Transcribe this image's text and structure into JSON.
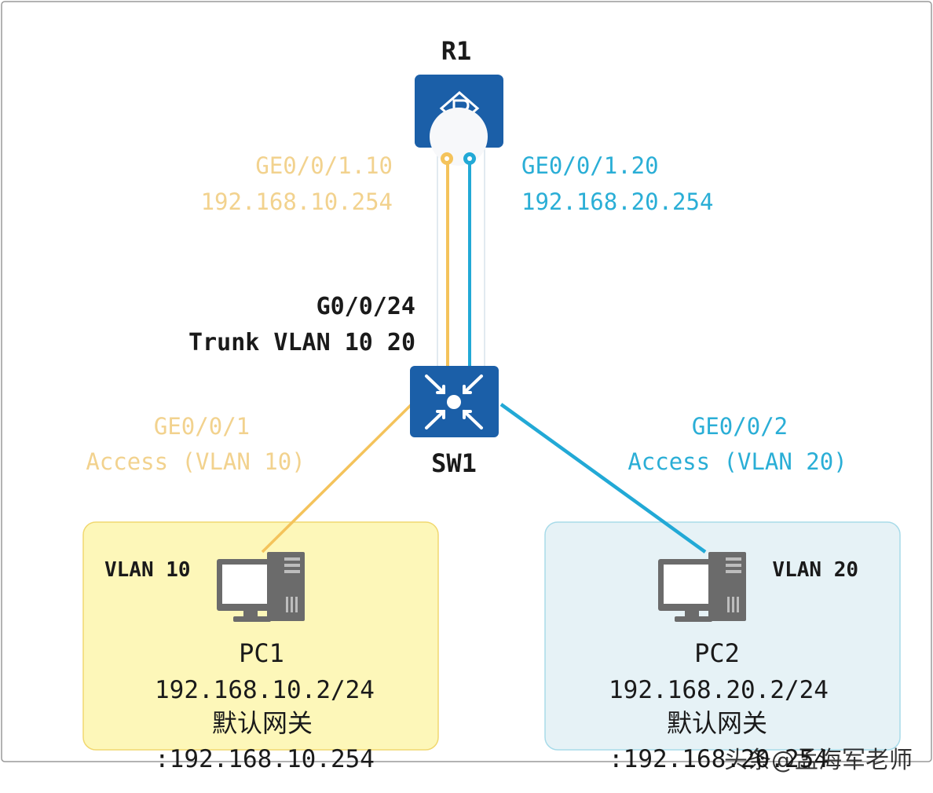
{
  "colors": {
    "vlan10": "#f4c35b",
    "vlan10_text": "#f2d28e",
    "vlan20": "#22a9d6",
    "vlan20_text": "#2aaed6",
    "device_blue": "#1b5fa8",
    "vlan10_area": "#fdf7b9",
    "vlan20_area": "#e6f2f6",
    "text_dark": "#1a1a1a"
  },
  "router": {
    "name": "R1",
    "icon": "router-icon"
  },
  "switch": {
    "name": "SW1",
    "icon": "switch-icon"
  },
  "r1_ports": {
    "vlan10": {
      "port": "GE0/0/1.10",
      "ip": "192.168.10.254"
    },
    "vlan20": {
      "port": "GE0/0/1.20",
      "ip": "192.168.20.254"
    }
  },
  "trunk": {
    "port": "G0/0/24",
    "mode": "Trunk VLAN 10 20"
  },
  "sw_ports": {
    "left": {
      "port": "GE0/0/1",
      "mode": "Access (VLAN 10)"
    },
    "right": {
      "port": "GE0/0/2",
      "mode": "Access (VLAN 20)"
    }
  },
  "pc1": {
    "vlan": "VLAN 10",
    "name": "PC1",
    "ip": "192.168.10.2/24",
    "gw_label": "默认网关",
    "gw_ip": ":192.168.10.254",
    "icon": "computer-icon"
  },
  "pc2": {
    "vlan": "VLAN 20",
    "name": "PC2",
    "ip": "192.168.20.2/24",
    "gw_label": "默认网关",
    "gw_ip": ":192.168.20.254",
    "icon": "computer-icon"
  },
  "watermark": "头条@孟海军老师"
}
